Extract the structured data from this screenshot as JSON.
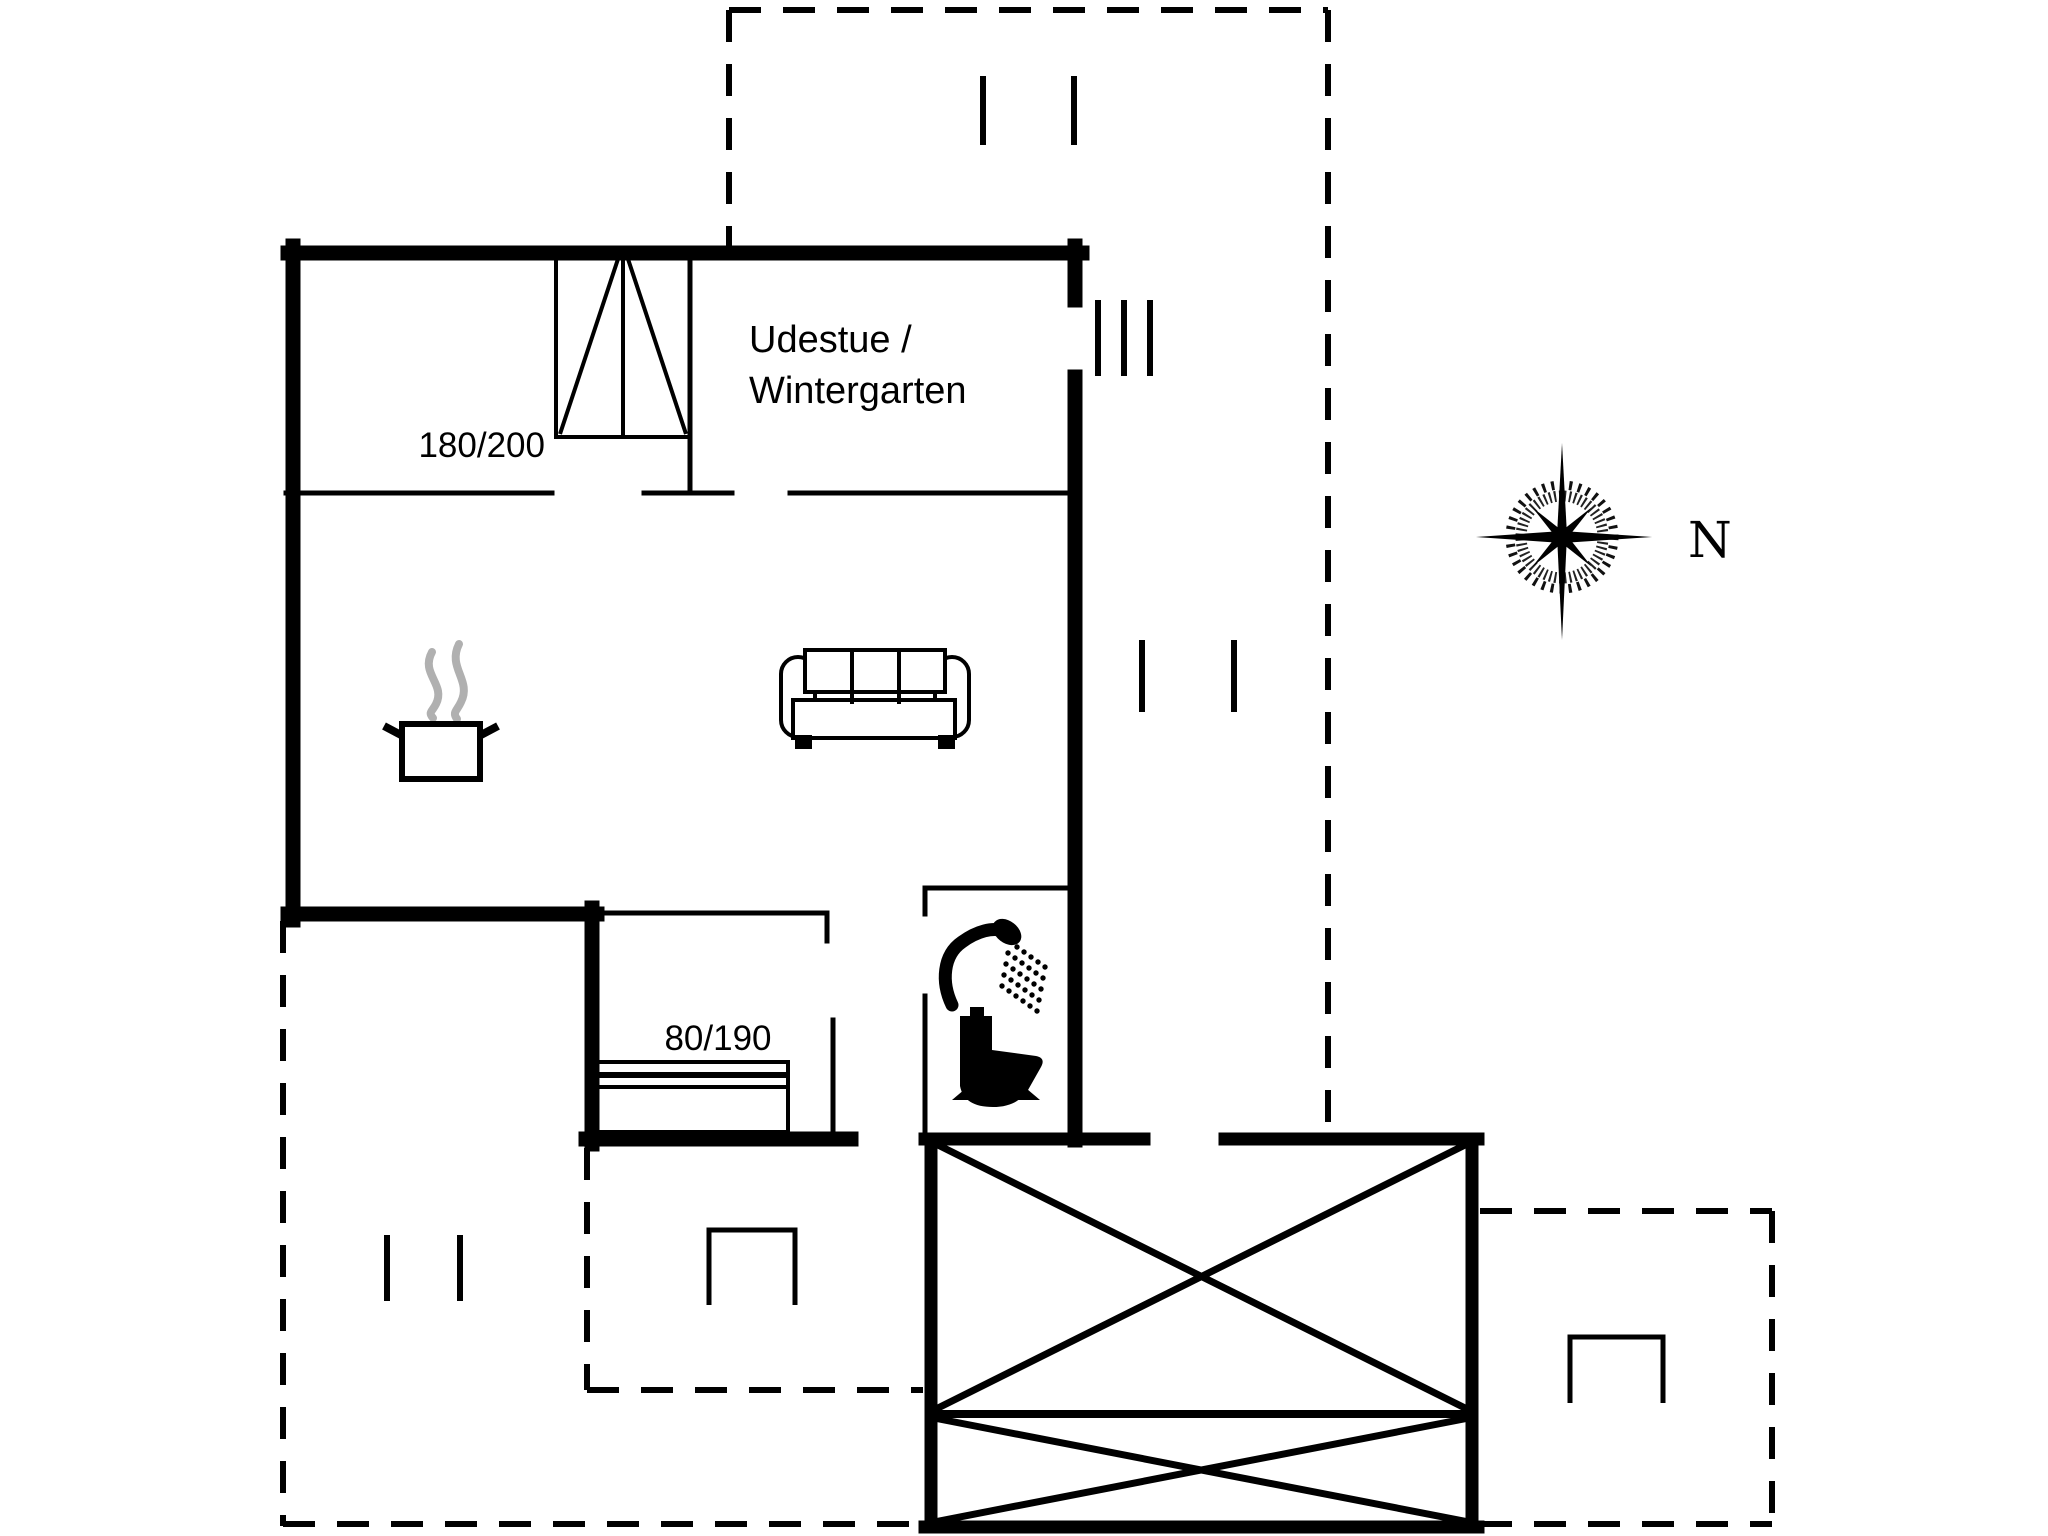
{
  "page": {
    "background": "#ffffff",
    "type": "floor-plan"
  },
  "labels": {
    "winter_garden_line1": "Udestue /",
    "winter_garden_line2": "Wintergarten",
    "double_bed_size": "180/200",
    "single_bed_size": "80/190",
    "compass_north": "N"
  },
  "colors": {
    "ink": "#000000",
    "steam_gray": "#b0b0b0"
  },
  "icons": {
    "wardrobe": "wardrobe-icon",
    "double_sofa": "sofa-icon",
    "cooking_pot": "cooking-pot-icon",
    "shower": "shower-icon",
    "toilet": "toilet-icon",
    "compass": "compass-rose-icon",
    "grill_left": "grill-marker-icon",
    "grill_right": "grill-marker-icon"
  }
}
